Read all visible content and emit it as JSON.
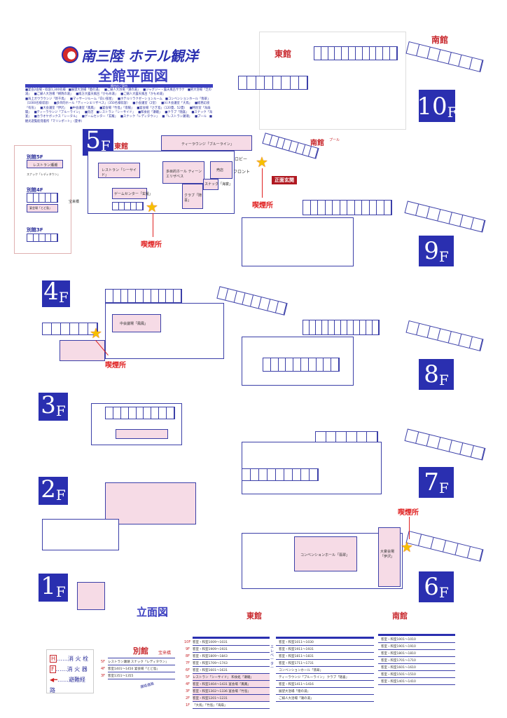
{
  "header": {
    "brand": "南三陸 ホテル観洋",
    "title": "全館平面図"
  },
  "guide": {
    "heading": "館内のご案内",
    "items": [
      "■宴会2会場・収容1,300名様",
      "■展望大浴場「億の湯」",
      "■ご婦人大浴場「潮の湯」",
      "■ジャグジー・露天風呂サウナ",
      "■男大浴場「芝の湯」",
      "■ご婦人大浴場「朝焼の湯」",
      "■殿方大露天風呂「かもめ湯」",
      "■ご婦人大露天風呂「かもめ湯」",
      "■海上ガウラウンジ「新千鳥」",
      "■マッサージルーム「白い部屋」",
      "■ホテルリラクゼーションルーム",
      "■コンベンションホール「翡翠」（1000名様収容）",
      "■多目的ホール「ティーンエリザベス」（350名様収容）",
      "■小会議室（2室）",
      "■V.I.P.会議室「大鳥」",
      "■総務応接「有形」",
      "■大会議室「伊沢」",
      "■中会議室「鳳鳳」",
      "■宴会場「竹島」「南陽」",
      "■宴会場「さぎ島」（120畳、52畳）",
      "■特別室「海扇閣」",
      "■ティーラウンジ「ブルーライン」",
      "■売店",
      "■レストラン「シーサイド」",
      "■和食処「瀬磯」",
      "■クラブ「随喜」",
      "■スナック「海宴」",
      "■カラオケボックス「シータル」",
      "■ゲームセンター「玄羅」",
      "■スナック「レディタウン」",
      "■「レストラン瀬潮」",
      "■プール",
      "■観光遊覧船発着所「マリンポート」（夏季）"
    ]
  },
  "floors": {
    "f10": "10",
    "f9": "9",
    "f8": "8",
    "f7": "7",
    "f6": "6",
    "f5": "5",
    "f4": "4",
    "f3": "3",
    "f2": "2",
    "f1": "1",
    "suffix": "F"
  },
  "buildings": {
    "east": "東館",
    "south": "南館",
    "annex": "別館",
    "annex5": "別館5F",
    "annex4": "別館4F",
    "annex3": "別館3F"
  },
  "labels5f": {
    "tea": "ティーラウンジ「ブルーライン」",
    "restaurant": "レストラン「シーサイド」",
    "hall": "多目的ホール ティーンエリザベス",
    "club": "クラブ「随喜」",
    "snack": "スナック「海宴」",
    "shop": "売店",
    "lobby": "ロビー",
    "front": "フロント",
    "entrance": "正面玄関",
    "game": "ゲームセンター「玄羅」",
    "bridge": "宝来橋",
    "pool": "プール",
    "annexRest": "レストラン瀬潮",
    "annexSnack": "スナック「レディタウン」",
    "annexBanquet": "宴会場「とど島」"
  },
  "smoking": "喫煙所",
  "labels4f": {
    "banquet": "中会議場「鳳鳳」"
  },
  "labels6f": {
    "convention": "コンベンションホール「翡翠」",
    "large": "大宴会場「伊沢」"
  },
  "legend": {
    "hydrant_key": "H",
    "hydrant": "……消 火 栓",
    "ext_key": "F",
    "extinguisher": "……消 火 器",
    "route": "……避難経路"
  },
  "elevation": {
    "title": "立面図",
    "elevator": "エレベーター",
    "bridge": "宝来橋",
    "passage": "連絡通路",
    "east_left": [
      [
        "10F",
        "客室・和室1009〜1031"
      ],
      [
        "9F",
        "客室・和室1909〜1931"
      ],
      [
        "8F",
        "客室・和室1809〜1843"
      ],
      [
        "7F",
        "客室・和室1709〜1743"
      ],
      [
        "6F",
        "客室・和室1601〜1631"
      ],
      [
        "5F",
        "レストラン「シーサイド」 和食処「瀬磯」"
      ],
      [
        "4F",
        "客室・和室1404〜1431 宴会場「鳳鳳」"
      ],
      [
        "3F",
        "客室・和室1302〜1336 宴会場「竹島」"
      ],
      [
        "2F",
        "客室・和室1201〜1231"
      ],
      [
        "1F",
        "「大鳥」「竹島」「海扇」"
      ]
    ],
    "east_right": [
      "客室・和室1011〜1030",
      "客室・和室1911〜1931",
      "客室・和室1811〜1831",
      "客室・和室1711〜1731",
      "コンベンションホール「翡翠」",
      "ティーラウンジ「ブルーライン」 クラブ「随喜」",
      "客室・和室1411〜1416",
      "展望大浴場「億の湯」",
      "ご婦人大浴場「潮の湯」"
    ],
    "south": [
      "客室・和室1001〜1010",
      "客室・和室1901〜1910",
      "客室・和室1801〜1810",
      "客室・和室1701〜1710",
      "客室・和室1601〜1610",
      "客室・和室1501〜1510",
      "客室・和室1401〜1410"
    ],
    "annex": [
      [
        "5F",
        "レストラン瀬潮 スナック「レディタウン」"
      ],
      [
        "4F",
        "客室1401〜1450 宴会場「とど島」"
      ],
      [
        "3F",
        "客室1351〜1355"
      ]
    ]
  }
}
